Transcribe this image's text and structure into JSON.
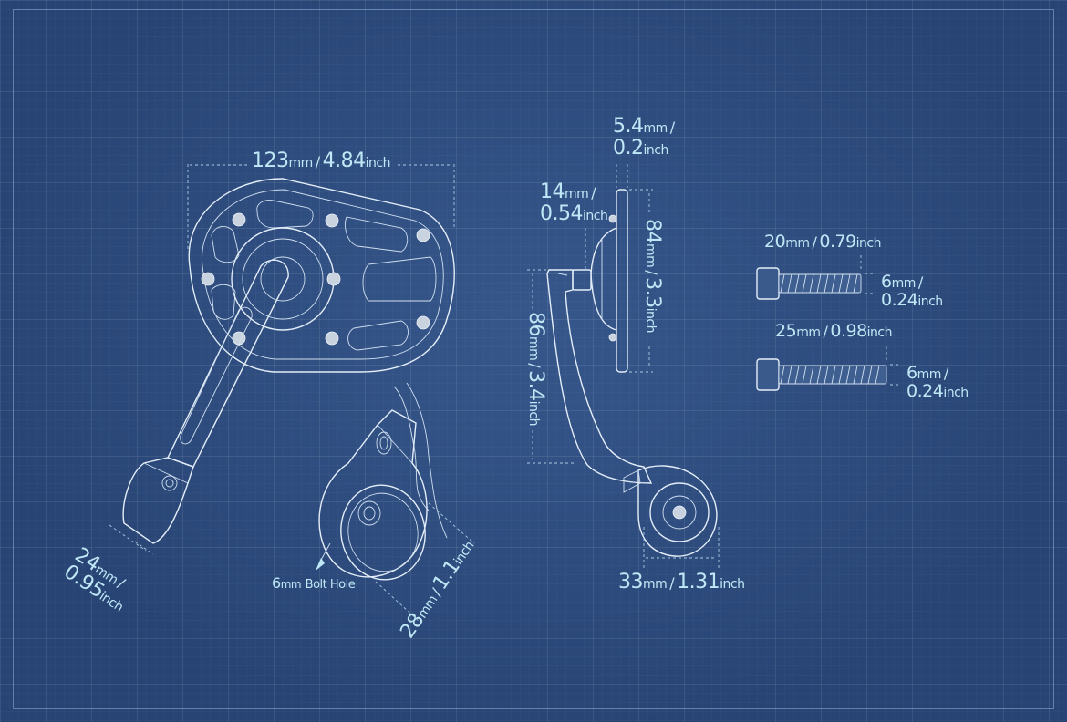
{
  "dimensions": {
    "top_width": {
      "value1": "123",
      "unit1": "mm",
      "sep": "/",
      "value2": "4.84",
      "unit2": "inch"
    },
    "arm_width": {
      "value1": "24",
      "unit1": "mm",
      "sep": "/",
      "value2": "0.95",
      "unit2": "inch"
    },
    "clamp_size": {
      "value1": "28",
      "unit1": "mm",
      "sep": "/",
      "value2": "1.1",
      "unit2": "inch"
    },
    "bolt_hole": {
      "value": "6",
      "unit": "mm",
      "label": "Bolt Hole"
    },
    "thickness": {
      "value1": "5.4",
      "unit1": "mm",
      "sep": "/",
      "value2": "0.2",
      "unit2": "inch"
    },
    "head_depth": {
      "value1": "14",
      "unit1": "mm",
      "sep": "/",
      "value2": "0.54",
      "unit2": "inch"
    },
    "mirror_height": {
      "value1": "84",
      "unit1": "mm",
      "sep": "/",
      "value2": "3.3",
      "unit2": "inch"
    },
    "arm_height": {
      "value1": "86",
      "unit1": "mm",
      "sep": "/",
      "value2": "3.4",
      "unit2": "inch"
    },
    "side_clamp": {
      "value1": "33",
      "unit1": "mm",
      "sep": "/",
      "value2": "1.31",
      "unit2": "inch"
    },
    "bolt1_length": {
      "value1": "20",
      "unit1": "mm",
      "sep": "/",
      "value2": "0.79",
      "unit2": "inch"
    },
    "bolt1_dia": {
      "value1": "6",
      "unit1": "mm",
      "sep": "/",
      "value2": "0.24",
      "unit2": "inch"
    },
    "bolt2_length": {
      "value1": "25",
      "unit1": "mm",
      "sep": "/",
      "value2": "0.98",
      "unit2": "inch"
    },
    "bolt2_dia": {
      "value1": "6",
      "unit1": "mm",
      "sep": "/",
      "value2": "0.24",
      "unit2": "inch"
    }
  },
  "colors": {
    "background": "#2e4d80",
    "line": "#e4eef9",
    "text": "#bfe8f6"
  }
}
